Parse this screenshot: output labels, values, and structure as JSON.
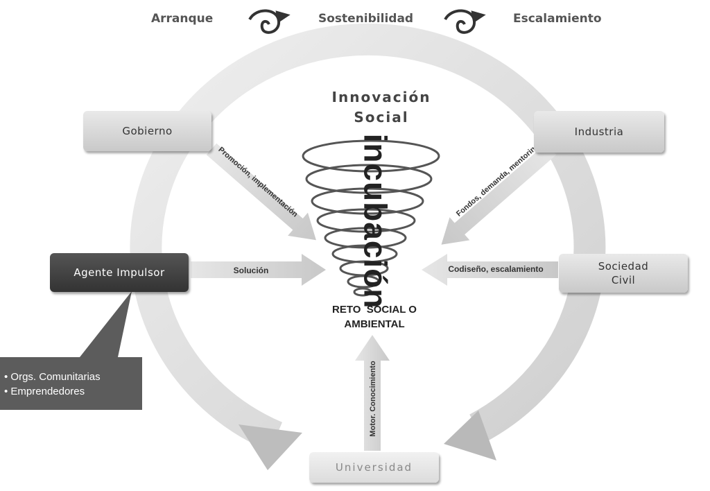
{
  "stages": [
    "Arranque",
    "Sostenibilidad",
    "Escalamiento"
  ],
  "title_line1": "Innovación",
  "title_line2": "Social",
  "vertical_label": "incubación",
  "center_label_line1": "RETO  SOCIAL O",
  "center_label_line2": "AMBIENTAL",
  "actors": {
    "gobierno": "Gobierno",
    "industria": "Industria",
    "agente": "Agente Impulsor",
    "sociedad_line1": "Sociedad",
    "sociedad_line2": "Civil",
    "universidad": "Universidad"
  },
  "callout_items": [
    "• Orgs. Comunitarias",
    "• Emprendedores"
  ],
  "flows": {
    "gobierno": "Promoción, implementación",
    "industria": "Fondos, demanda, mentoring",
    "agente": "Solución",
    "sociedad": "Codiseño, escalamiento",
    "universidad": "Motor. Conocimiento"
  },
  "colors": {
    "ring": "#e2e2e2",
    "arrow": "#d0d0d0",
    "dark_box": "#3d3d3d",
    "callout": "#5c5c5c"
  }
}
